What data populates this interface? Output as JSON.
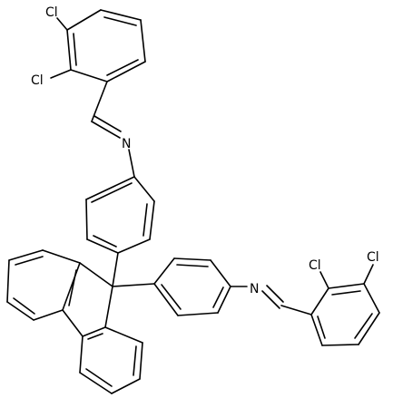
{
  "atoms": {
    "cl_top_1": "Cl",
    "cl_top_2": "Cl",
    "n_top": "N",
    "n_right": "N",
    "cl_right_1": "Cl",
    "cl_right_2": "Cl"
  }
}
